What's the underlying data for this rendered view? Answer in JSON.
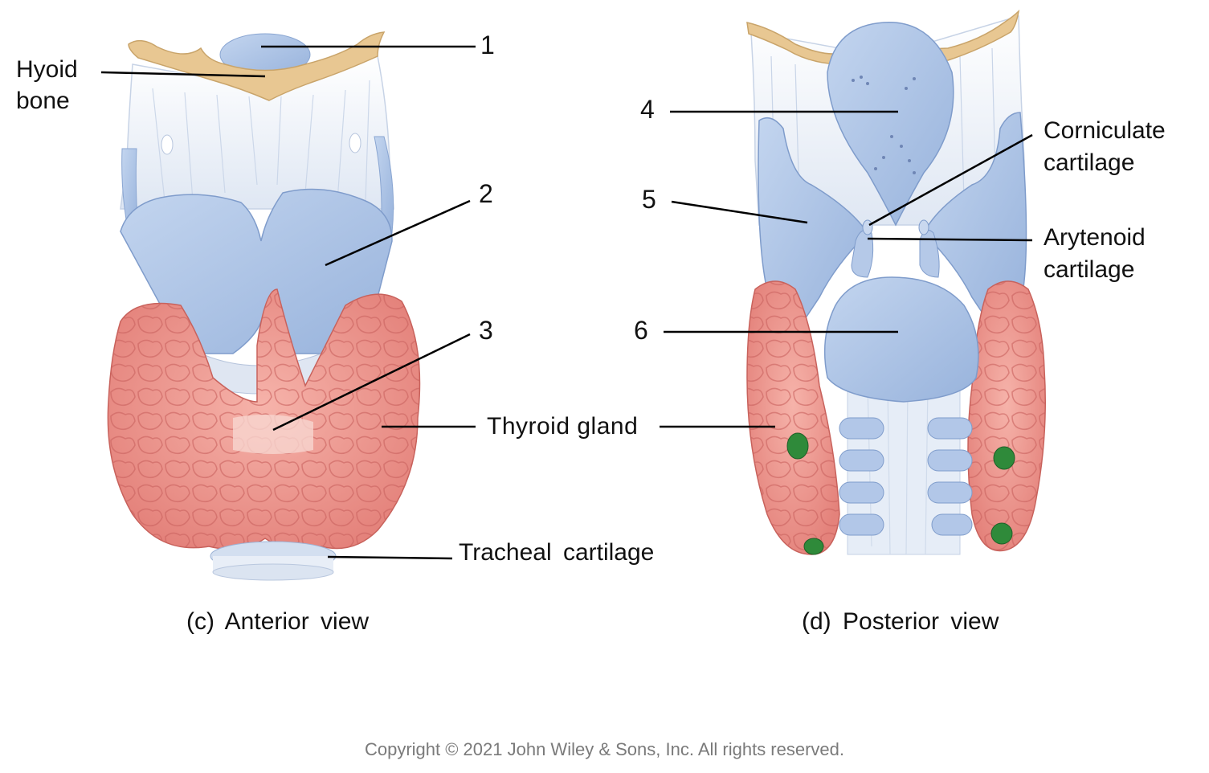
{
  "labels": {
    "hyoid_line1": "Hyoid",
    "hyoid_line2": "bone",
    "n1": "1",
    "n2": "2",
    "n3": "3",
    "n4": "4",
    "n5": "5",
    "n6": "6",
    "thyroid_gland": "Thyroid gland",
    "tracheal_cartilage": "Tracheal cartilage",
    "corniculate_line1": "Corniculate",
    "corniculate_line2": "cartilage",
    "arytenoid_line1": "Arytenoid",
    "arytenoid_line2": "cartilage"
  },
  "captions": {
    "anterior": "(c) Anterior view",
    "posterior": "(d) Posterior view"
  },
  "copyright": "Copyright © 2021 John Wiley & Sons, Inc. All rights reserved.",
  "colors": {
    "cartilage": "#a9c1e3",
    "cartilage_dark": "#8aa6d2",
    "membrane": "#e6ecf5",
    "bone": "#e6c48f",
    "thyroid": "#e98b84",
    "thyroid_light": "#f4aaa2",
    "parathyroid": "#2f8a3a",
    "leader": "#000000"
  }
}
